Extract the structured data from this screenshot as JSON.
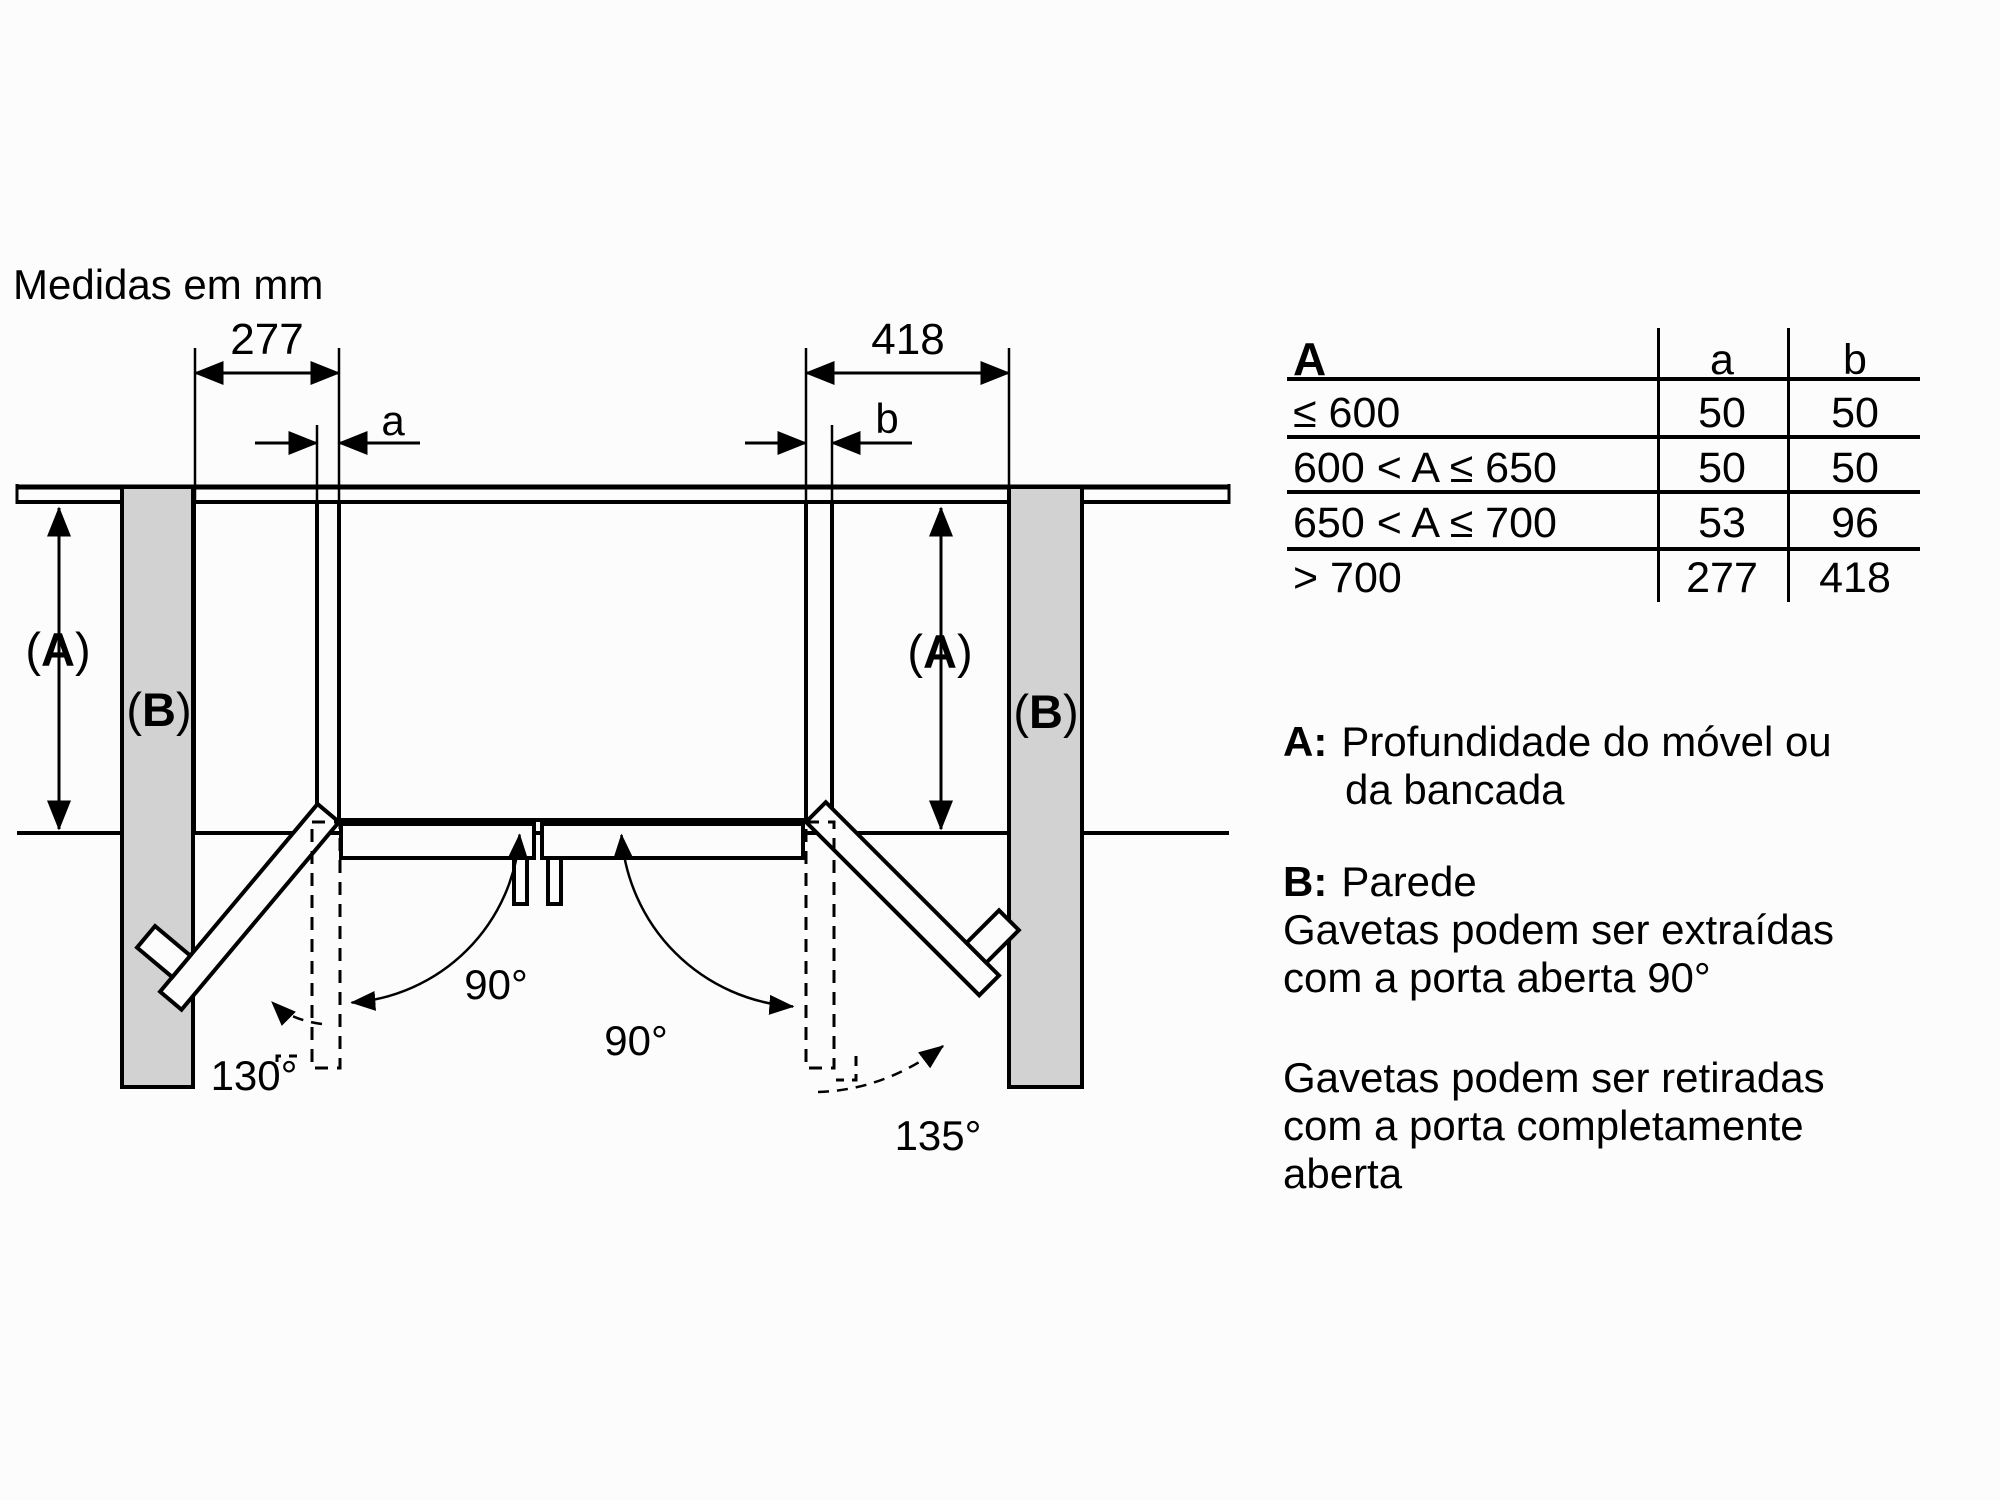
{
  "diagram": {
    "title": "Medidas em mm",
    "dim_left": "277",
    "dim_right": "418",
    "dim_a": "a",
    "dim_b": "b",
    "paren_open": "(",
    "paren_close": ")",
    "letter_a": "A",
    "letter_b": "B",
    "angle_90_left": "90°",
    "angle_90_right": "90°",
    "angle_130": "130°",
    "angle_135": "135°"
  },
  "table": {
    "header": {
      "range": "A",
      "col_a": "a",
      "col_b": "b"
    },
    "rows": [
      {
        "range": "≤ 600",
        "a": "50",
        "b": "50"
      },
      {
        "range": "600 < A ≤ 650",
        "a": "50",
        "b": "50"
      },
      {
        "range": "650 < A ≤ 700",
        "a": "53",
        "b": "96"
      },
      {
        "range": "> 700",
        "a": "277",
        "b": "418"
      }
    ]
  },
  "notes": {
    "a": {
      "prefix": "A:",
      "line1": "Profundidade do móvel ou",
      "line2": "da bancada"
    },
    "b": {
      "prefix": "B:",
      "line1": "Parede",
      "line2": "Gavetas podem ser extraídas",
      "line3": "com a porta aberta 90°"
    },
    "c": {
      "line1": "Gavetas podem ser retiradas",
      "line2": "com a porta completamente",
      "line3": "aberta"
    }
  },
  "colors": {
    "line": "#000000",
    "wall_fill": "#d2d2d2",
    "background": "#fcfcfc"
  }
}
